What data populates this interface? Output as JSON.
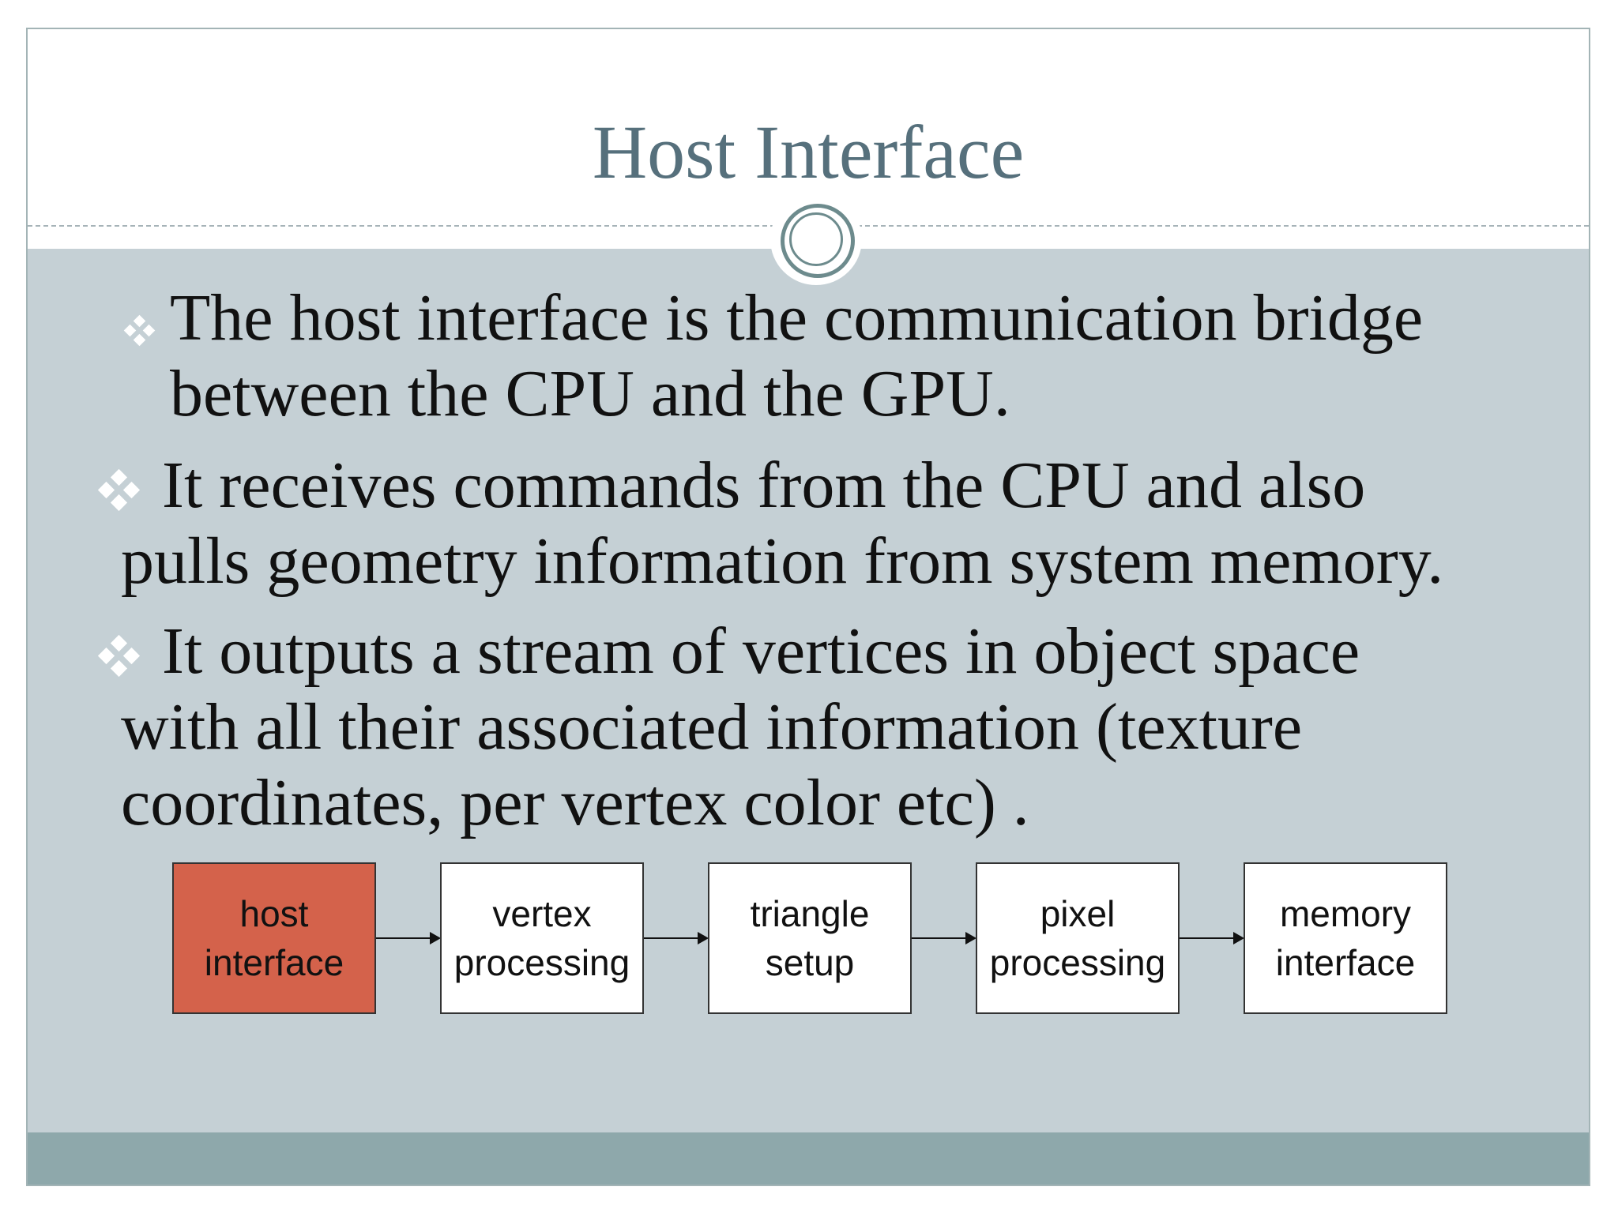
{
  "slide": {
    "title": "Host Interface",
    "bullets": [
      {
        "lines": [
          "The host interface is the communication bridge",
          "between the CPU and the GPU."
        ]
      },
      {
        "lines": [
          "It receives commands from the CPU and also",
          "pulls geometry information from system memory."
        ]
      },
      {
        "lines": [
          "It outputs a stream of vertices in object space",
          "with all their associated information (texture",
          "coordinates, per vertex color etc) ."
        ]
      }
    ]
  },
  "pipeline": {
    "stages": [
      {
        "line1": "host",
        "line2": "interface",
        "highlighted": true
      },
      {
        "line1": "vertex",
        "line2": "processing",
        "highlighted": false
      },
      {
        "line1": "triangle",
        "line2": "setup",
        "highlighted": false
      },
      {
        "line1": "pixel",
        "line2": "processing",
        "highlighted": false
      },
      {
        "line1": "memory",
        "line2": "interface",
        "highlighted": false
      }
    ],
    "highlight_color": "#d4624b"
  },
  "theme": {
    "title_color": "#56707c",
    "body_background": "#c5d0d5",
    "footer_color": "#8ea8ab",
    "bullet_marker_color": "#ffffff"
  },
  "icons": {
    "bullet_marker": "four-diamond-icon",
    "divider_ornament": "double-ring-icon"
  }
}
